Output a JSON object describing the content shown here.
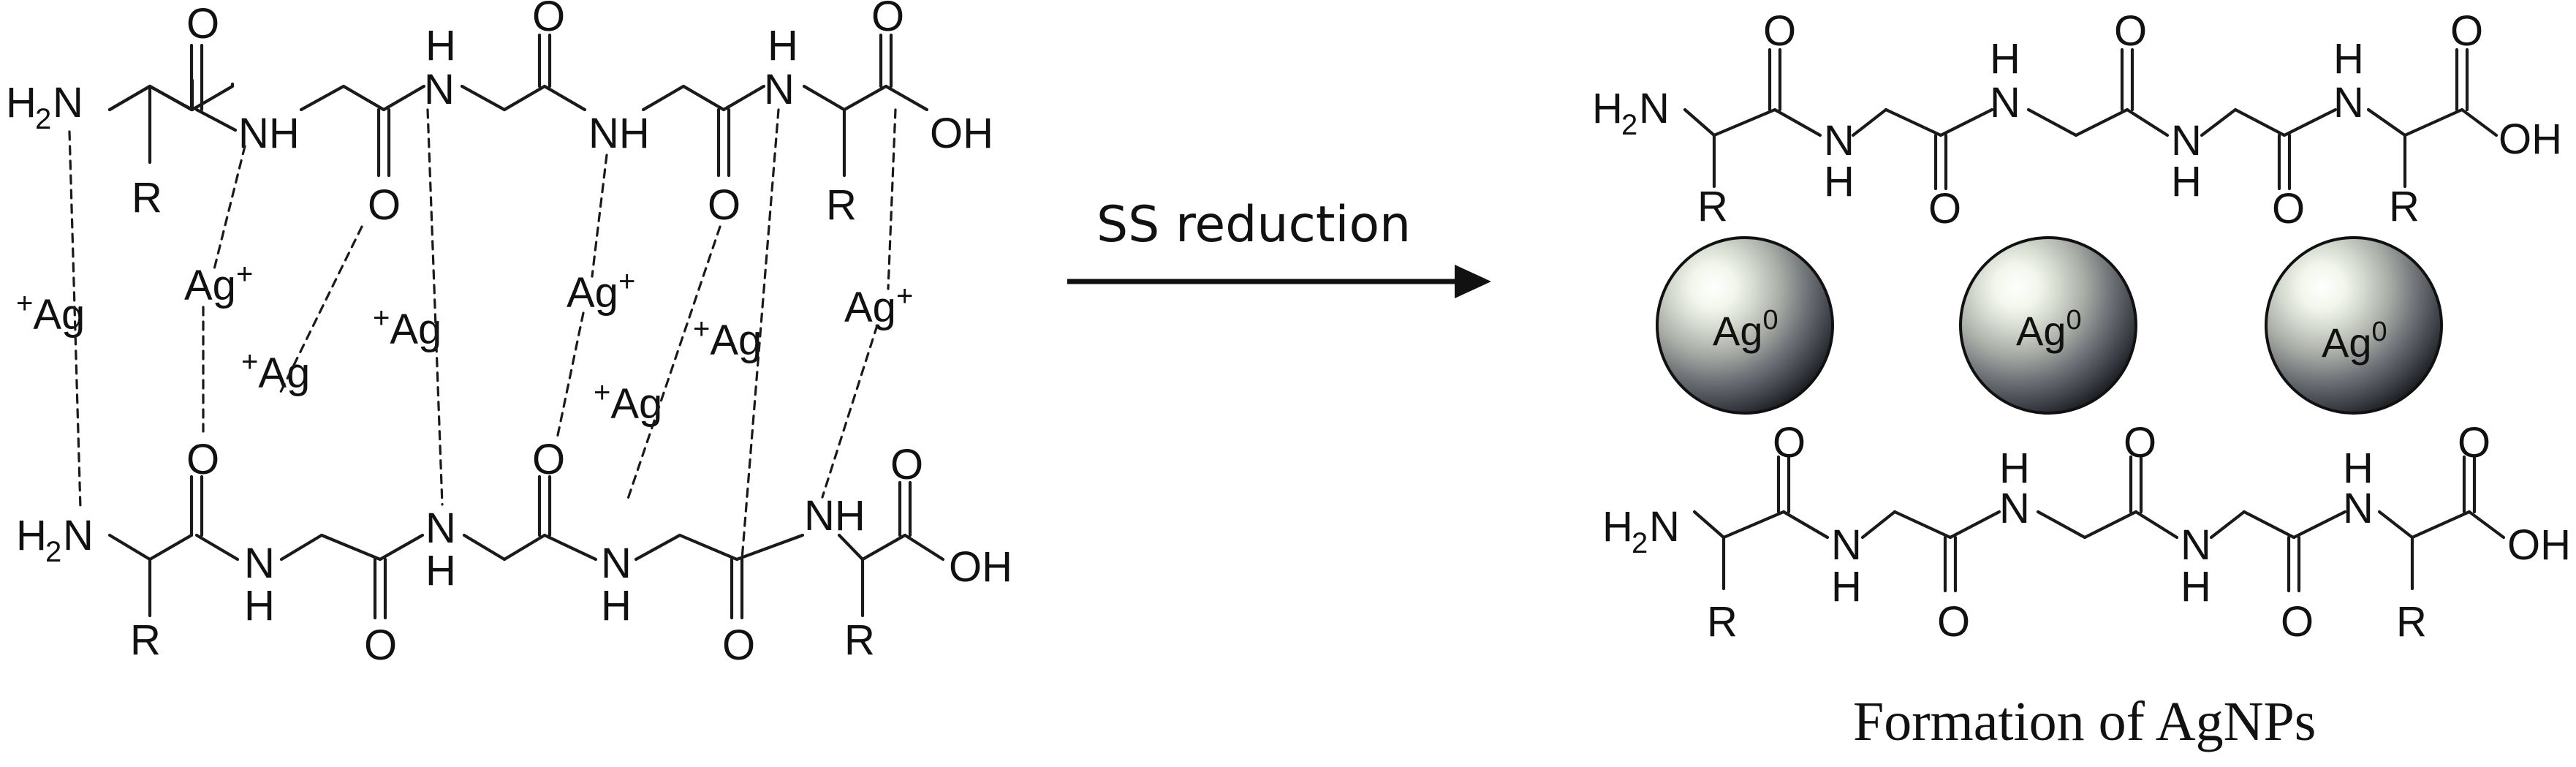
{
  "atoms": {
    "amine": "H",
    "amine_sub": "2",
    "amine_n": "N",
    "side_chain": "R",
    "n_h": "NH",
    "n": "N",
    "h": "H",
    "oxygen": "O",
    "oh": "OH"
  },
  "ions": {
    "silver": "Ag",
    "charge": "+"
  },
  "arrow": {
    "label": "SS reduction"
  },
  "nanoparticles": {
    "label": "Ag",
    "superscript": "0",
    "count": 3
  },
  "caption": "Formation of AgNPs",
  "colors": {
    "ink": "#1a1a1a",
    "sphere_highlight": "#ffffff",
    "sphere_mid": "#b9bdb7",
    "sphere_dark": "#2e2f35"
  }
}
